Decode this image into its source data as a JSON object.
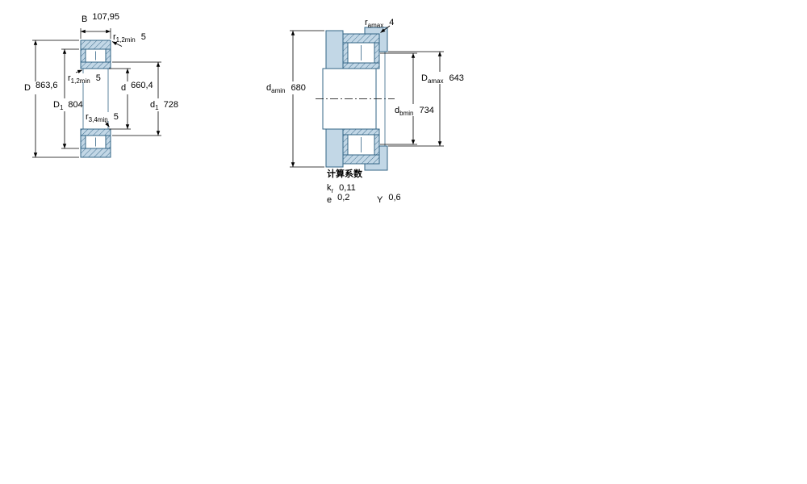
{
  "drawing": {
    "colors": {
      "part_fill": "#c2d7e6",
      "part_stroke": "#336485",
      "dimension_color": "#000000",
      "background": "#ffffff"
    },
    "left_view": {
      "description": "bearing-cross-section",
      "dims": [
        {
          "id": "B",
          "sym": "B",
          "sub": "",
          "value": "107,95"
        },
        {
          "id": "r12_top",
          "sym": "r",
          "sub": "1,2min",
          "value": "5"
        },
        {
          "id": "r12_mid",
          "sym": "r",
          "sub": "1,2min",
          "value": "5"
        },
        {
          "id": "D",
          "sym": "D",
          "sub": "",
          "value": "863,6"
        },
        {
          "id": "d",
          "sym": "d",
          "sub": "",
          "value": "660,4"
        },
        {
          "id": "D1",
          "sym": "D",
          "sub": "1",
          "value": "804"
        },
        {
          "id": "d1",
          "sym": "d",
          "sub": "1",
          "value": "728"
        },
        {
          "id": "r34",
          "sym": "r",
          "sub": "3,4min",
          "value": "5"
        }
      ]
    },
    "right_view": {
      "description": "mounted-bearing-abutment-section",
      "dims": [
        {
          "id": "ra",
          "sym": "r",
          "sub": "amax",
          "value": "4"
        },
        {
          "id": "da",
          "sym": "d",
          "sub": "amin",
          "value": "680"
        },
        {
          "id": "Da",
          "sym": "D",
          "sub": "amax",
          "value": "643"
        },
        {
          "id": "db",
          "sym": "d",
          "sub": "bmin",
          "value": "734"
        }
      ],
      "factors": {
        "title": "计算系数",
        "rows": [
          {
            "sym": "k",
            "sub": "r",
            "value": "0,11"
          },
          {
            "sym": "e",
            "sub": "",
            "value": "0,2"
          },
          {
            "sym": "Y",
            "sub": "",
            "value": "0,6"
          }
        ]
      }
    }
  }
}
